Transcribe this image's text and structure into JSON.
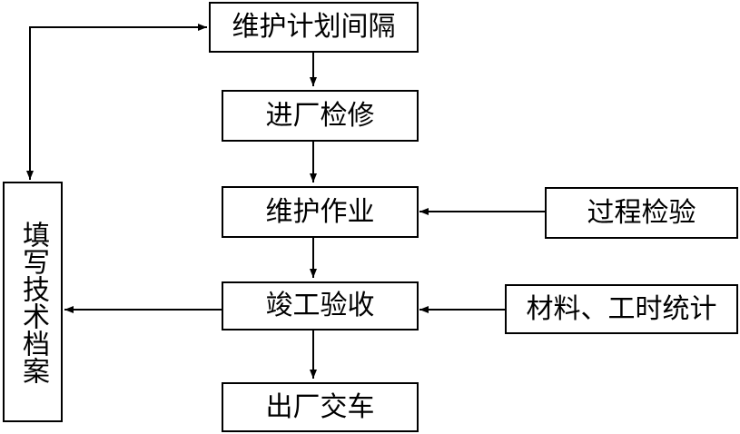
{
  "diagram": {
    "nodes": {
      "plan": "维护计划间隔",
      "enter": "进厂检修",
      "maintain": "维护作业",
      "inspect": "过程检验",
      "accept": "竣工验收",
      "stats": "材料、工时统计",
      "deliver": "出厂交车",
      "archive": "填写技术档案"
    }
  }
}
